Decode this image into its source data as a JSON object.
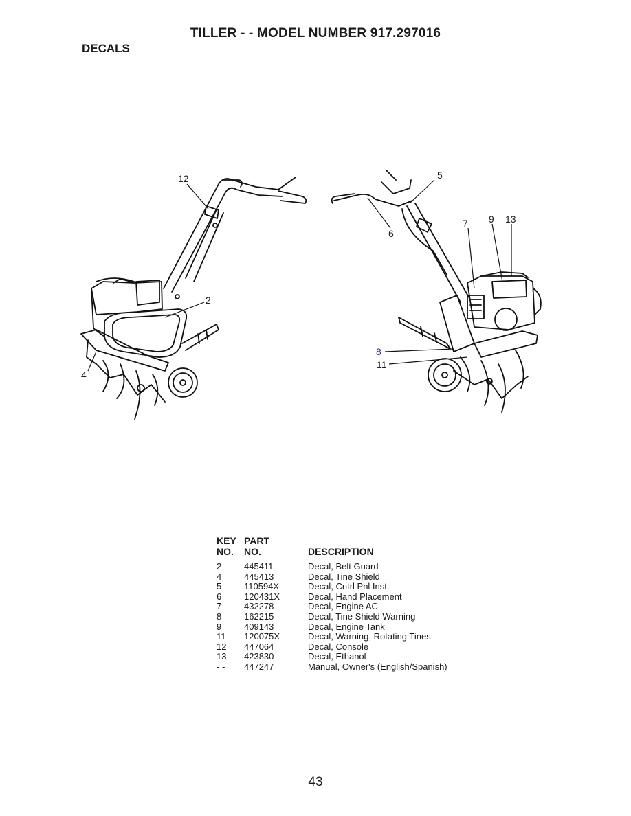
{
  "title": "TILLER - - MODEL NUMBER 917.297016",
  "section": "DECALS",
  "callouts": {
    "c12": "12",
    "c2": "2",
    "c4": "4",
    "c5": "5",
    "c6": "6",
    "c7": "7",
    "c9": "9",
    "c13": "13",
    "c8": "8",
    "c11": "11"
  },
  "table": {
    "headers": {
      "key_line1": "KEY",
      "key_line2": "NO.",
      "part_line1": "PART",
      "part_line2": "NO.",
      "description": "DESCRIPTION"
    },
    "rows": [
      {
        "key": "2",
        "part": "445411",
        "description": "Decal, Belt Guard"
      },
      {
        "key": "4",
        "part": "445413",
        "description": "Decal, Tine Shield"
      },
      {
        "key": "5",
        "part": "110594X",
        "description": "Decal, Cntrl Pnl Inst."
      },
      {
        "key": "6",
        "part": "120431X",
        "description": "Decal, Hand Placement"
      },
      {
        "key": "7",
        "part": "432278",
        "description": "Decal, Engine AC"
      },
      {
        "key": "8",
        "part": "162215",
        "description": "Decal, Tine Shield Warning"
      },
      {
        "key": "9",
        "part": "409143",
        "description": "Decal, Engine Tank"
      },
      {
        "key": "11",
        "part": "120075X",
        "description": "Decal, Warning, Rotating Tines"
      },
      {
        "key": "12",
        "part": "447064",
        "description": "Decal, Console"
      },
      {
        "key": "13",
        "part": "423830",
        "description": "Decal, Ethanol"
      },
      {
        "key": "- -",
        "part": "447247",
        "description": "Manual, Owner's (English/Spanish)"
      }
    ]
  },
  "page_number": "43"
}
